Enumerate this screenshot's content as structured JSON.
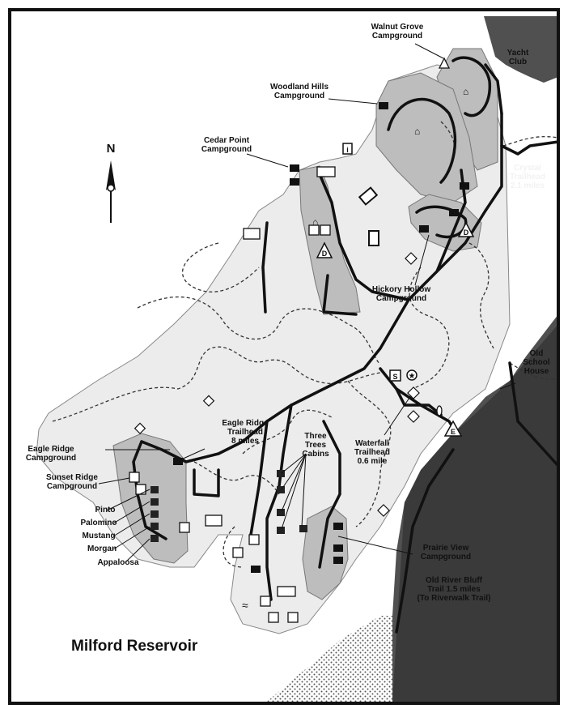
{
  "map": {
    "title": "Milford Reservoir",
    "north_label": "N",
    "colors": {
      "water": "#505050",
      "park_land": "#ececec",
      "campground": "#bdbdbd",
      "road": "#111111",
      "trail": "#333333"
    },
    "labels": {
      "walnut_grove": [
        "Walnut Grove",
        "Campground"
      ],
      "yacht_club": [
        "Yacht",
        "Club"
      ],
      "woodland_hills": [
        "Woodland Hills",
        "Campground"
      ],
      "cedar_point": [
        "Cedar Point",
        "Campground"
      ],
      "crystal_trailhead": [
        "Crystal",
        "Trailhead",
        "2.1 miles"
      ],
      "hickory_hollow": [
        "Hickory Hollow",
        "Campground"
      ],
      "old_school_house": [
        "Old",
        "School",
        "House"
      ],
      "eagle_ridge_trailhead": [
        "Eagle Ridge",
        "Trailhead",
        "8 miles"
      ],
      "three_trees": [
        "Three",
        "Trees",
        "Cabins"
      ],
      "waterfall_trailhead": [
        "Waterfall",
        "Trailhead",
        "0.6 mile"
      ],
      "eagle_ridge_campground": [
        "Eagle Ridge",
        "Campground"
      ],
      "sunset_ridge_campground": [
        "Sunset Ridge",
        "Campground"
      ],
      "cabins": [
        "Pinto",
        "Palomino",
        "Mustang",
        "Morgan",
        "Appaloosa"
      ],
      "prairie_view": [
        "Prairie View",
        "Campground"
      ],
      "old_river_bluff": [
        "Old River Bluff",
        "Trail 1.5 miles",
        "(To Riverwalk Trail)"
      ]
    },
    "icons": {
      "dump_station": "D",
      "entrance": "E",
      "store": "S",
      "info": "i"
    }
  }
}
